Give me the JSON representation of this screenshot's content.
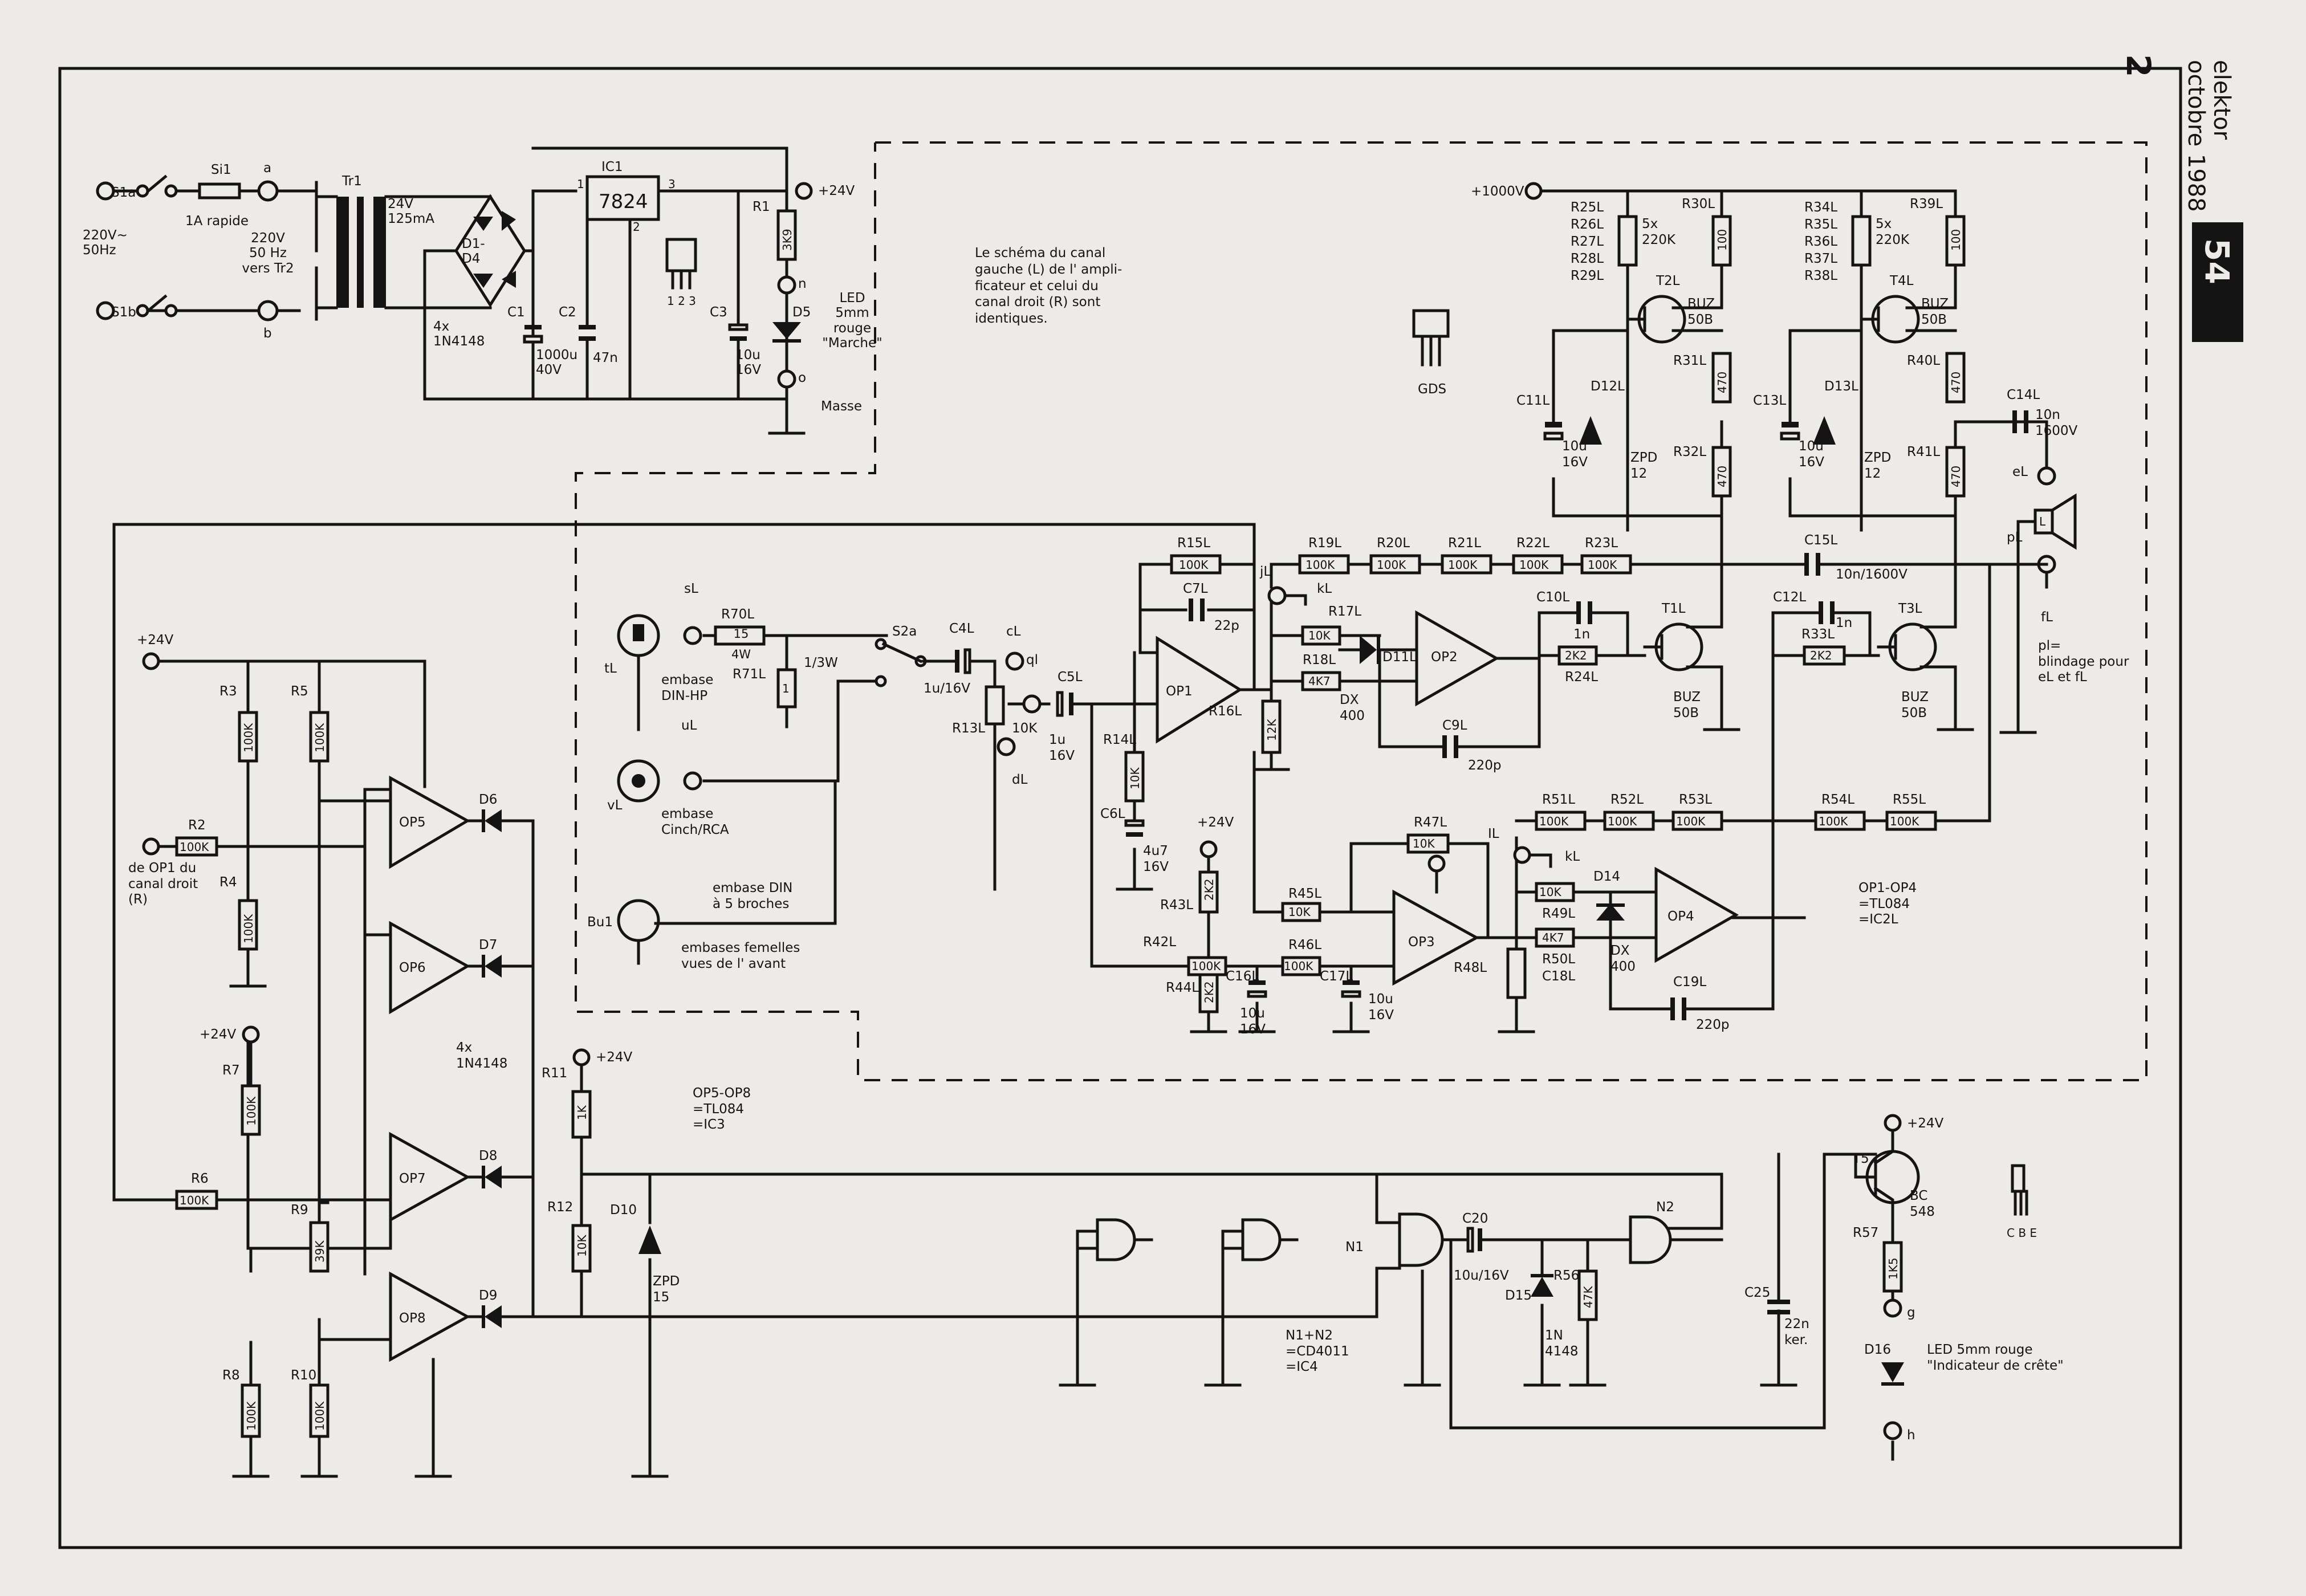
{
  "header": {
    "figure_number": "2",
    "magazine": "elektor",
    "issue": "octobre 1988",
    "page_number": "54"
  },
  "power_supply": {
    "switch_a": "S1a",
    "switch_b": "S1b",
    "mains": "220V~\n50Hz",
    "fuse": "Si1",
    "fuse_rating": "1A rapide",
    "tr2_note": "220V\n50 Hz\nvers Tr2",
    "terminal_a": "a",
    "terminal_b": "b",
    "transformer": "Tr1",
    "secondary": "24V\n125mA",
    "bridge": "D1-\nD4",
    "bridge_diodes": "4x\n1N4148",
    "ic1": "IC1",
    "ic1_type": "7824",
    "pin1": "1",
    "pin2": "2",
    "pin3": "3",
    "pinout": "1 2 3",
    "c1": "C1",
    "c1_val": "1000u\n40V",
    "c2": "C2",
    "c2_val": "47n",
    "c3": "C3",
    "c3_val": "10u\n16V",
    "r1": "R1",
    "r1_val": "3K9",
    "d5": "D5",
    "d5_desc": "LED\n5mm\nrouge\n\"Marche\"",
    "term_n": "n",
    "term_o": "o",
    "masse": "Masse",
    "v24": "+24V"
  },
  "note_channels": "Le schéma du canal\ngauche (L) de l' ampli-\nficateur et celui du\ncanal droit (R) sont\nidentiques.",
  "hv_stage": {
    "v1000": "+1000V",
    "gds": "GDS",
    "r25_29": "R25L\nR26L\nR27L\nR28L\nR29L",
    "r25_val": "5x\n220K",
    "r30": "R30L",
    "r30_val": "100",
    "t2": "T2L",
    "t2_type": "BUZ\n50B",
    "r31": "R31L",
    "r31_val": "470",
    "r32": "R32L",
    "r32_val": "470",
    "c11": "C11L",
    "c11_val": "10u\n16V",
    "d12": "D12L",
    "d12_val": "ZPD\n12",
    "r34_38": "R34L\nR35L\nR36L\nR37L\nR38L",
    "r34_val": "5x\n220K",
    "r39": "R39L",
    "r39_val": "100",
    "t4": "T4L",
    "t4_type": "BUZ\n50B",
    "r40": "R40L",
    "r40_val": "470",
    "r41": "R41L",
    "r41_val": "470",
    "c13": "C13L",
    "c13_val": "10u\n16V",
    "d13": "D13L",
    "d13_val": "ZPD\n12",
    "c14": "C14L",
    "c14_val": "10n\n1600V",
    "el": "eL",
    "pl": "pL",
    "fl": "fL",
    "spk_l": "L",
    "c15": "C15L",
    "c15_val": "10n/1600V",
    "shield_note": "pl=\nblindage pour\neL et fL"
  },
  "amp_stage": {
    "sl": "sL",
    "tl": "tL",
    "r70": "R70L",
    "r70_val": "15\n4W",
    "r71": "R71L",
    "r71_val": "1",
    "r71_w": "1/3W",
    "din_hp": "embase\nDIN-HP",
    "ul": "uL",
    "vl": "vL",
    "cinch": "embase\nCinch/RCA",
    "bu1": "Bu1",
    "din5": "embase DIN\nà 5 broches",
    "females": "embases femelles\nvues de l' avant",
    "s2a": "S2a",
    "c4": "C4L",
    "c4_val": "1u/16V",
    "cl": "cL",
    "ql": "ql",
    "dl": "dL",
    "r13": "R13L",
    "r13_val": "10K",
    "c5": "C5L",
    "c5_val": "1u\n16V",
    "r15": "R15L",
    "r15_val": "100K",
    "c7": "C7L",
    "c7_val": "22p",
    "op1": "OP1",
    "r16": "R16L",
    "r14": "R14L",
    "r14_val": "10K",
    "c6": "C6L",
    "c6_val": "4u7\n16V",
    "jl": "jL",
    "kl": "kL",
    "r17": "R17L",
    "r17_val": "10K",
    "r18": "R18L",
    "r18_val": "4K7",
    "d11": "D11L",
    "dx": "DX\n400",
    "op2": "OP2",
    "c9": "C9L",
    "c9_val": "220p",
    "r12k": "12K",
    "c10": "C10L",
    "c10_val": "1n",
    "r24": "R24L",
    "r24_val": "2K2",
    "t1": "T1L",
    "t1_type": "BUZ\n50B",
    "c12": "C12L",
    "c12_val": "1n",
    "r33": "R33L",
    "r33_val": "2K2",
    "t3": "T3L",
    "t3_type": "BUZ\n50B",
    "r19": "R19L",
    "r20": "R20L",
    "r21": "R21L",
    "r22": "R22L",
    "r23": "R23L",
    "chain_val": "100K",
    "p_v24": "+24V",
    "r43": "R43L",
    "r43_val": "2K2",
    "r44": "R44L",
    "r44_val": "2K2",
    "r42": "R42L",
    "r42_val": "100K",
    "c16": "C16L",
    "c16_val": "10u\n16V",
    "r45": "R45L",
    "r45_val": "10K",
    "r46": "R46L",
    "r46_val": "100K",
    "c17": "C17L",
    "c17_val": "10u\n16V",
    "r47": "R47L",
    "r47_val": "10K",
    "op3": "OP3",
    "r48": "R48L",
    "il": "IL",
    "kl2": "kL",
    "r49": "R49L",
    "r49_val": "10K",
    "r50": "R50L",
    "r50_val": "4K7",
    "c18": "C18L",
    "d14": "D14",
    "dx2": "DX\n400",
    "op4": "OP4",
    "c19": "C19L",
    "c19_val": "220p",
    "r51": "R51L",
    "r52": "R52L",
    "r53": "R53L",
    "r54": "R54L",
    "r55": "R55L",
    "ic2_note": "OP1-OP4\n=TL084\n=IC2L"
  },
  "peak_detector": {
    "v24a": "+24V",
    "r3": "R3",
    "r3_val": "100K",
    "r5": "R5",
    "r5_val": "100K",
    "r2": "R2",
    "r2_val": "100K",
    "r4": "R4",
    "r4_val": "100K",
    "from_op1": "de OP1 du\ncanal droit\n(R)",
    "op5": "OP5",
    "op6": "OP6",
    "op7": "OP7",
    "op8": "OP8",
    "d6": "D6",
    "d7": "D7",
    "d8": "D8",
    "d9": "D9",
    "diodes": "4x\n1N4148",
    "r7": "R7",
    "r7_val": "100K",
    "r6": "R6",
    "r6_val": "100K",
    "r9": "R9",
    "r9_val": "39K",
    "r8": "R8",
    "r8_val": "100K",
    "r10": "R10",
    "r10_val": "100K",
    "r11": "R11",
    "r11_val": "1K",
    "r12": "R12",
    "r12_val": "10K",
    "d10": "D10",
    "d10_val": "ZPD\n15",
    "ic3_note": "OP5-OP8\n=TL084\n=IC3",
    "n1": "N1",
    "n2": "N2",
    "ic4_note": "N1+N2\n=CD4011\n=IC4",
    "c20": "C20",
    "c20_val": "10u/16V",
    "d15": "D15",
    "d15_val": "1N\n4148",
    "r56": "R56",
    "r56_val": "47K",
    "c25": "C25",
    "c25_val": "22n\nker.",
    "t5": "T5",
    "t5_type": "BC\n548",
    "cbe": "C B E",
    "r57": "R57",
    "r57_val": "1K5",
    "term_g": "g",
    "term_h": "h",
    "d16": "D16",
    "d16_desc": "LED 5mm rouge\n\"Indicateur de crête\"",
    "v24b": "+24V"
  }
}
